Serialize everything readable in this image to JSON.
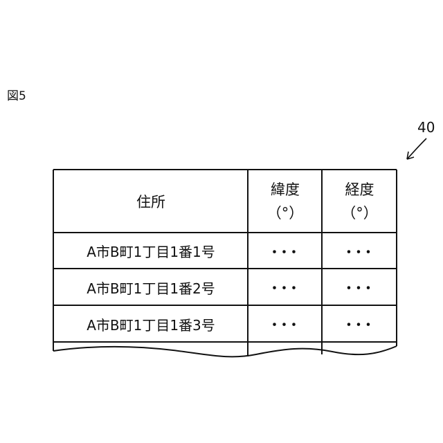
{
  "figure_label": "図5",
  "reference_number": "40",
  "table": {
    "headers": {
      "address": "住所",
      "latitude": "緯度",
      "latitude_unit": "（°）",
      "longitude": "経度",
      "longitude_unit": "（°）"
    },
    "rows": [
      {
        "address": "A市B町1丁目1番1号",
        "latitude": "･･･",
        "longitude": "･･･"
      },
      {
        "address": "A市B町1丁目1番2号",
        "latitude": "･･･",
        "longitude": "･･･"
      },
      {
        "address": "A市B町1丁目1番3号",
        "latitude": "･･･",
        "longitude": "･･･"
      }
    ]
  }
}
